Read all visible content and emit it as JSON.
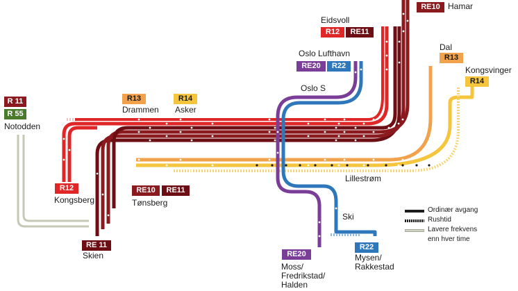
{
  "colors": {
    "re10": "#8b1a1f",
    "re11": "#6d0e14",
    "r12": "#e02727",
    "r13": "#f2a24a",
    "r14": "#f6c53e",
    "re20": "#7a3d98",
    "re22": "#2e77bb",
    "r11": "#8b1a1f",
    "r55": "#4a7a2b",
    "low_freq": "#c4c8b6"
  },
  "lines": {
    "re10": "RE10",
    "re11": "RE11",
    "r12": "R12",
    "r13": "R13",
    "r14": "R14",
    "re20": "RE20",
    "re22": "R22",
    "r11": "R 11",
    "r55": "R 55"
  },
  "badges": {
    "hamar_re10": "RE10",
    "eidsvoll_r12": "R12",
    "eidsvoll_re11": "RE11",
    "lufthavn_re20": "RE20",
    "lufthavn_r22": "R22",
    "dal_r13": "R13",
    "kongsvinger_r14": "R14",
    "drammen_r13": "R13",
    "asker_r14": "R14",
    "notodden_r11": "R 11",
    "notodden_r55": "R 55",
    "kongsberg_r12": "R12",
    "tonsberg_re10": "RE10",
    "tonsberg_re11": "RE11",
    "skien_re11": "RE 11",
    "moss_re20": "RE20",
    "mysen_r22": "R22"
  },
  "stations": {
    "hamar": "Hamar",
    "eidsvoll": "Eidsvoll",
    "oslo_lufthavn": "Oslo Lufthavn",
    "dal": "Dal",
    "kongsvinger": "Kongsvinger",
    "oslo_s": "Oslo S",
    "drammen": "Drammen",
    "asker": "Asker",
    "notodden": "Notodden",
    "kongsberg": "Kongsberg",
    "tonsberg": "Tønsberg",
    "skien": "Skien",
    "lillestrom": "Lillestrøm",
    "ski": "Ski",
    "moss_1": "Moss/",
    "moss_2": "Fredrikstad/",
    "moss_3": "Halden",
    "mysen_1": "Mysen/",
    "mysen_2": "Rakkestad"
  },
  "legend": {
    "regular": "Ordinær avgang",
    "rush": "Rushtid",
    "low_1": "Lavere frekvens",
    "low_2": "enn hver time"
  }
}
